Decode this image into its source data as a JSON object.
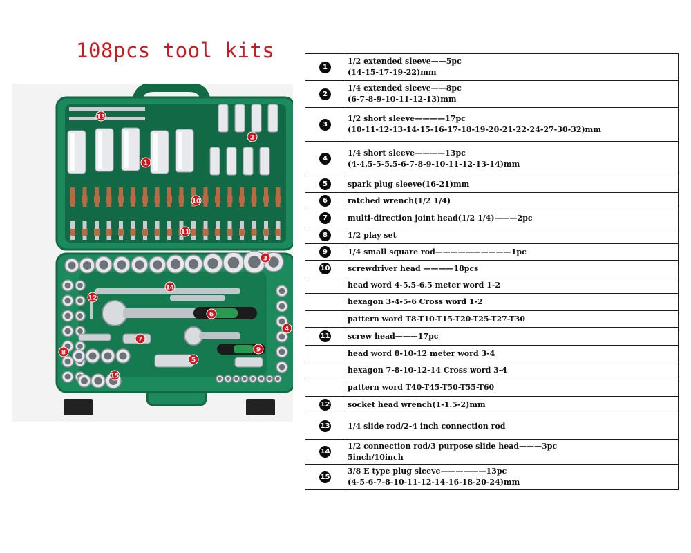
{
  "title": "108pcs tool kits",
  "photo": {
    "case_color": "#1c8a5c",
    "case_edge_color": "#116a45",
    "callout_color": "#d2171f",
    "callouts": [
      "1",
      "2",
      "3",
      "4",
      "5",
      "6",
      "7",
      "8",
      "9",
      "10",
      "11",
      "12",
      "13",
      "15",
      "14"
    ]
  },
  "table": {
    "rows": [
      {
        "num": "1",
        "lines": [
          "1/2 extended sleeve——5pc",
          "(14-15-17-19-22)mm"
        ]
      },
      {
        "num": "2",
        "lines": [
          "1/4 extended sleeve——8pc",
          "(6-7-8-9-10-11-12-13)mm"
        ]
      },
      {
        "num": "3",
        "lines": [
          "1/2 short sleeve————17pc",
          "(10-11-12-13-14-15-16-17-18-19-20-21-22-24-27-30-32)mm"
        ]
      },
      {
        "num": "4",
        "lines": [
          "1/4 short sleeve————13pc",
          "(4-4.5-5-5.5-6-7-8-9-10-11-12-13-14)mm"
        ]
      },
      {
        "num": "5",
        "lines": [
          "spark plug sleeve(16-21)mm"
        ]
      },
      {
        "num": "6",
        "lines": [
          "ratched wrench(1/2 1/4)"
        ]
      },
      {
        "num": "7",
        "lines": [
          "multi-direction joint head(1/2  1/4)———2pc"
        ]
      },
      {
        "num": "8",
        "lines": [
          "1/2 play set"
        ]
      },
      {
        "num": "9",
        "lines": [
          "1/4 small square rod——————————1pc"
        ]
      },
      {
        "num": "10",
        "lines": [
          "screwdriver head ————18pcs"
        ]
      },
      {
        "num": "",
        "lines": [
          "head word 4-5.5-6.5  meter word 1-2"
        ]
      },
      {
        "num": "",
        "lines": [
          "hexagon 3-4-5-6   Cross word 1-2"
        ]
      },
      {
        "num": "",
        "lines": [
          "pattern word T8-T10-T15-T20-T25-T27-T30"
        ]
      },
      {
        "num": "11",
        "lines": [
          "screw head———17pc"
        ]
      },
      {
        "num": "",
        "lines": [
          "head word 8-10-12   meter word 3-4"
        ]
      },
      {
        "num": "",
        "lines": [
          "hexagon 7-8-10-12-14  Cross word 3-4"
        ]
      },
      {
        "num": "",
        "lines": [
          "pattern word T40-T45-T50-T55-T60"
        ]
      },
      {
        "num": "12",
        "lines": [
          "socket head wrench(1-1.5-2)mm"
        ]
      },
      {
        "num": "13",
        "lines": [
          "1/4 slide rod/2-4 inch connection rod"
        ]
      },
      {
        "num": "14",
        "lines": [
          "1/2 connection rod/3 purpose slide head———3pc",
          "5inch/10inch"
        ]
      },
      {
        "num": "15",
        "lines": [
          "3/8 E type plug sleeve——————13pc",
          "(4-5-6-7-8-10-11-12-14-16-18-20-24)mm"
        ]
      }
    ]
  }
}
